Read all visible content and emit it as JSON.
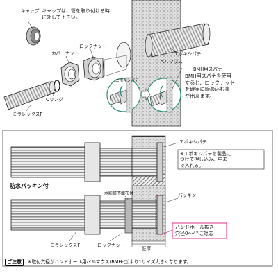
{
  "top": {
    "cap": "キャップ",
    "cap_note": [
      "キャップは、管を取り付ける時",
      "に外して下さい。"
    ],
    "cover_nut": "カバーナット",
    "lock_nut": "ロックナット",
    "o_ring": "Oリング",
    "mirex": "ミラレックスF",
    "epoxy_putty": "エポキシパテ",
    "bellmouth": "ベルマウス",
    "bmh_spanner": "BMH用スパナ",
    "epoxy_putty_inset": "エポキシパテ",
    "spanner_note": [
      "BMH用スパナを使用",
      "すると、ロックナット",
      "を確実に締め込む事",
      "が出来ます。"
    ]
  },
  "bottom": {
    "epoxy_putty": "エポキシパテ",
    "epoxy_note": [
      "※エポキシパテを製品に",
      "つけて押し込み、中ま",
      "で入れる。"
    ],
    "waterproof": "防水パッキン付",
    "water_stop": "水膨張不織布付",
    "packing": "パッキン",
    "handhole_note": [
      "ハンドホール抜き",
      "穴径0〜4°に対応"
    ],
    "mirex": "ミラレックスF",
    "lock_nut": "ロックナット",
    "wall_thickness": "壁厚"
  },
  "note": {
    "head": "ご注意",
    "text": "※取付穴径がハンドホール用ベルマウス(BMH-□)より1サイズ大きくなります。"
  },
  "colors": {
    "line": "#1a1a1a",
    "concrete": "#d9d9d9",
    "pipe": "#e8e8e8",
    "accent": "#d2006b",
    "circle": "#2a8f7a"
  }
}
